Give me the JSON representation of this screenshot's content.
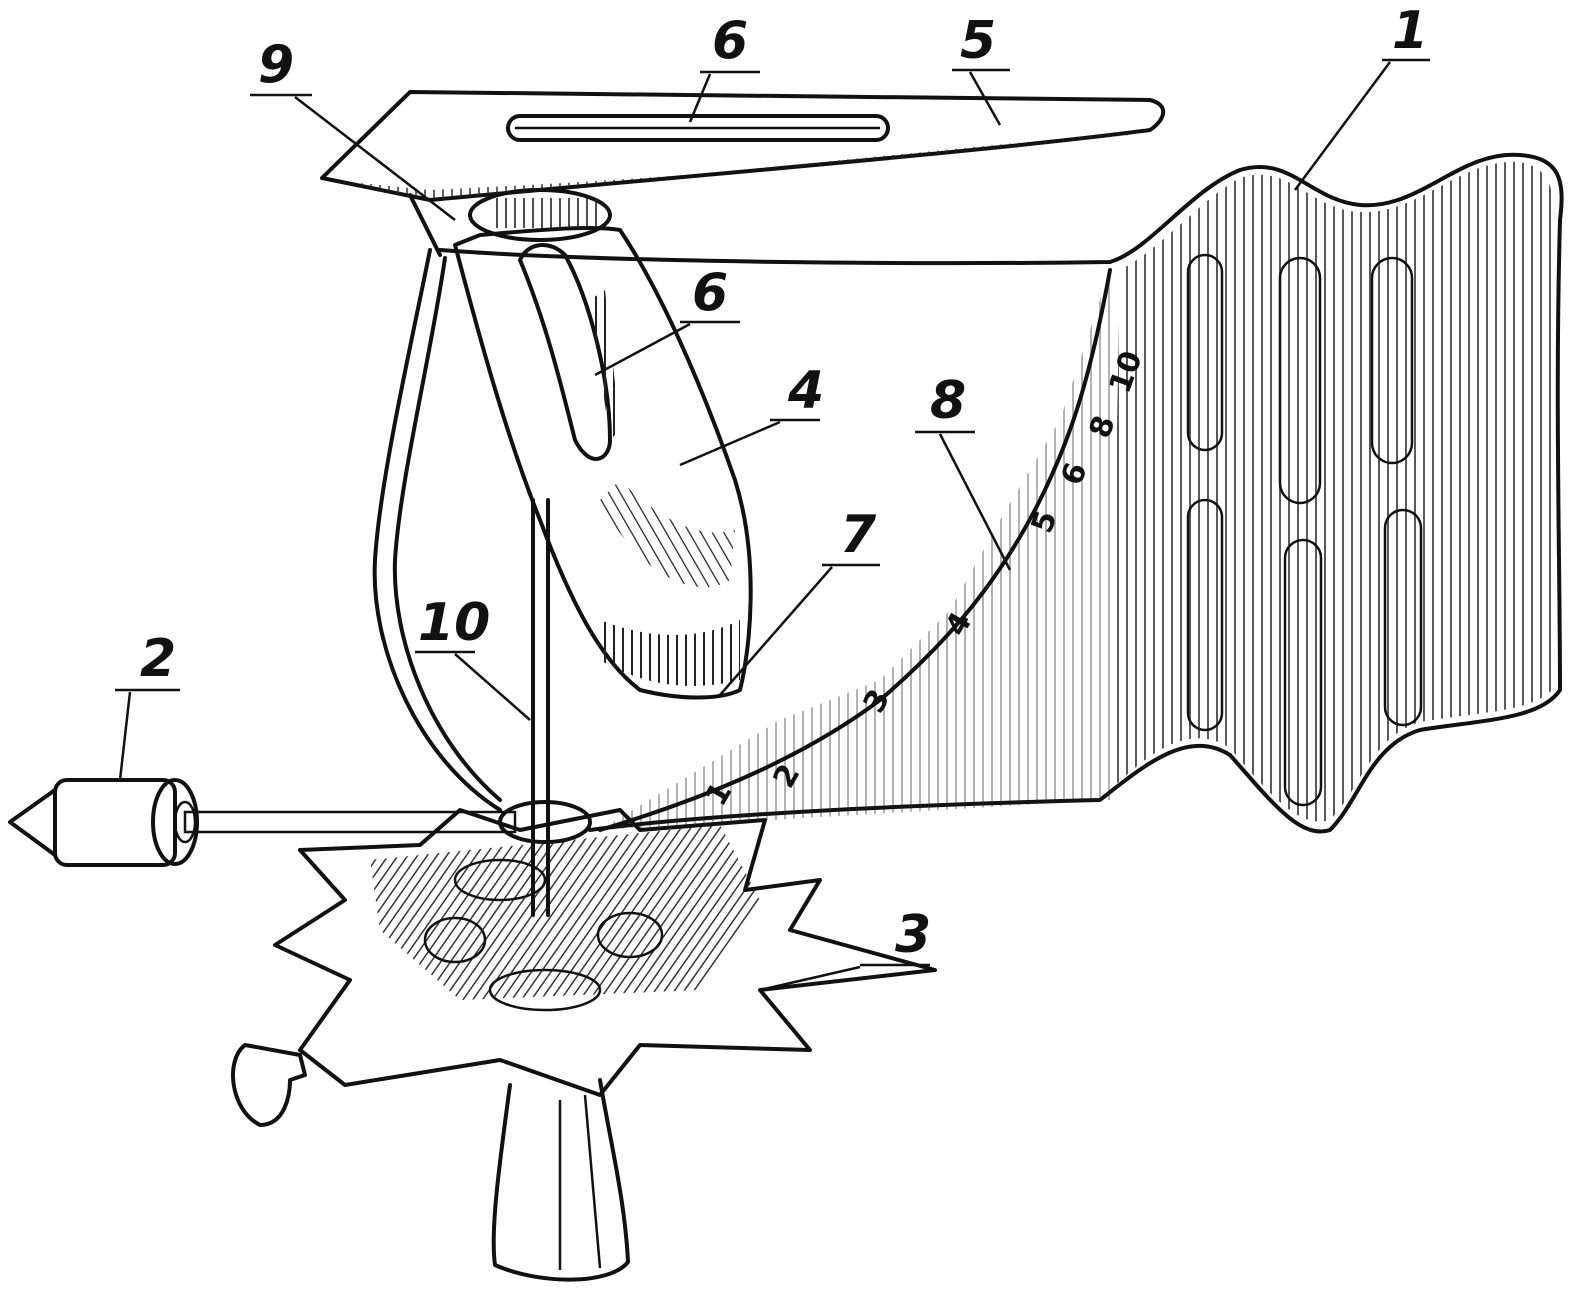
{
  "callouts": [
    {
      "id": "1",
      "text": "1"
    },
    {
      "id": "2",
      "text": "2"
    },
    {
      "id": "3",
      "text": "3"
    },
    {
      "id": "4",
      "text": "4"
    },
    {
      "id": "5",
      "text": "5"
    },
    {
      "id": "6a",
      "text": "6"
    },
    {
      "id": "6b",
      "text": "6"
    },
    {
      "id": "7",
      "text": "7"
    },
    {
      "id": "8",
      "text": "8"
    },
    {
      "id": "9",
      "text": "9"
    },
    {
      "id": "10",
      "text": "10"
    }
  ],
  "scale_marks": [
    "1",
    "2",
    "3",
    "4",
    "5",
    "6",
    "8",
    "10"
  ]
}
